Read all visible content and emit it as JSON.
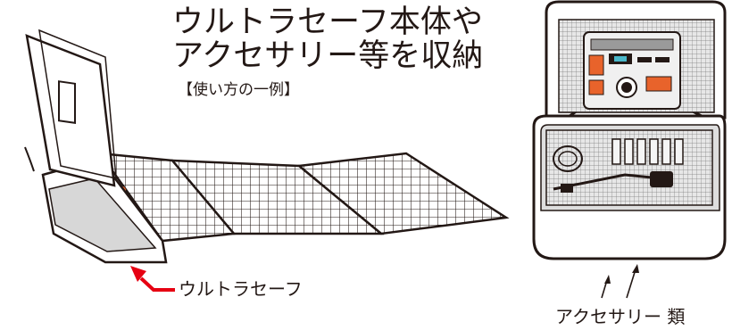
{
  "headline": {
    "line1": "ウルトラセーフ本体や",
    "line2": "アクセサリー等を収納"
  },
  "subnote": "【使い方の一例】",
  "labels": {
    "unit": "ウルトラセーフ",
    "accessories": "アクセサリー 類"
  },
  "colors": {
    "ink": "#231815",
    "accent_red": "#e60012",
    "orange": "#e8632b",
    "grey_fill": "#cfcfcf",
    "mesh": "#9a9a9a"
  },
  "icons": [
    "solar-panel-illustration",
    "storage-case-illustration",
    "pointer-arrow-icon"
  ]
}
